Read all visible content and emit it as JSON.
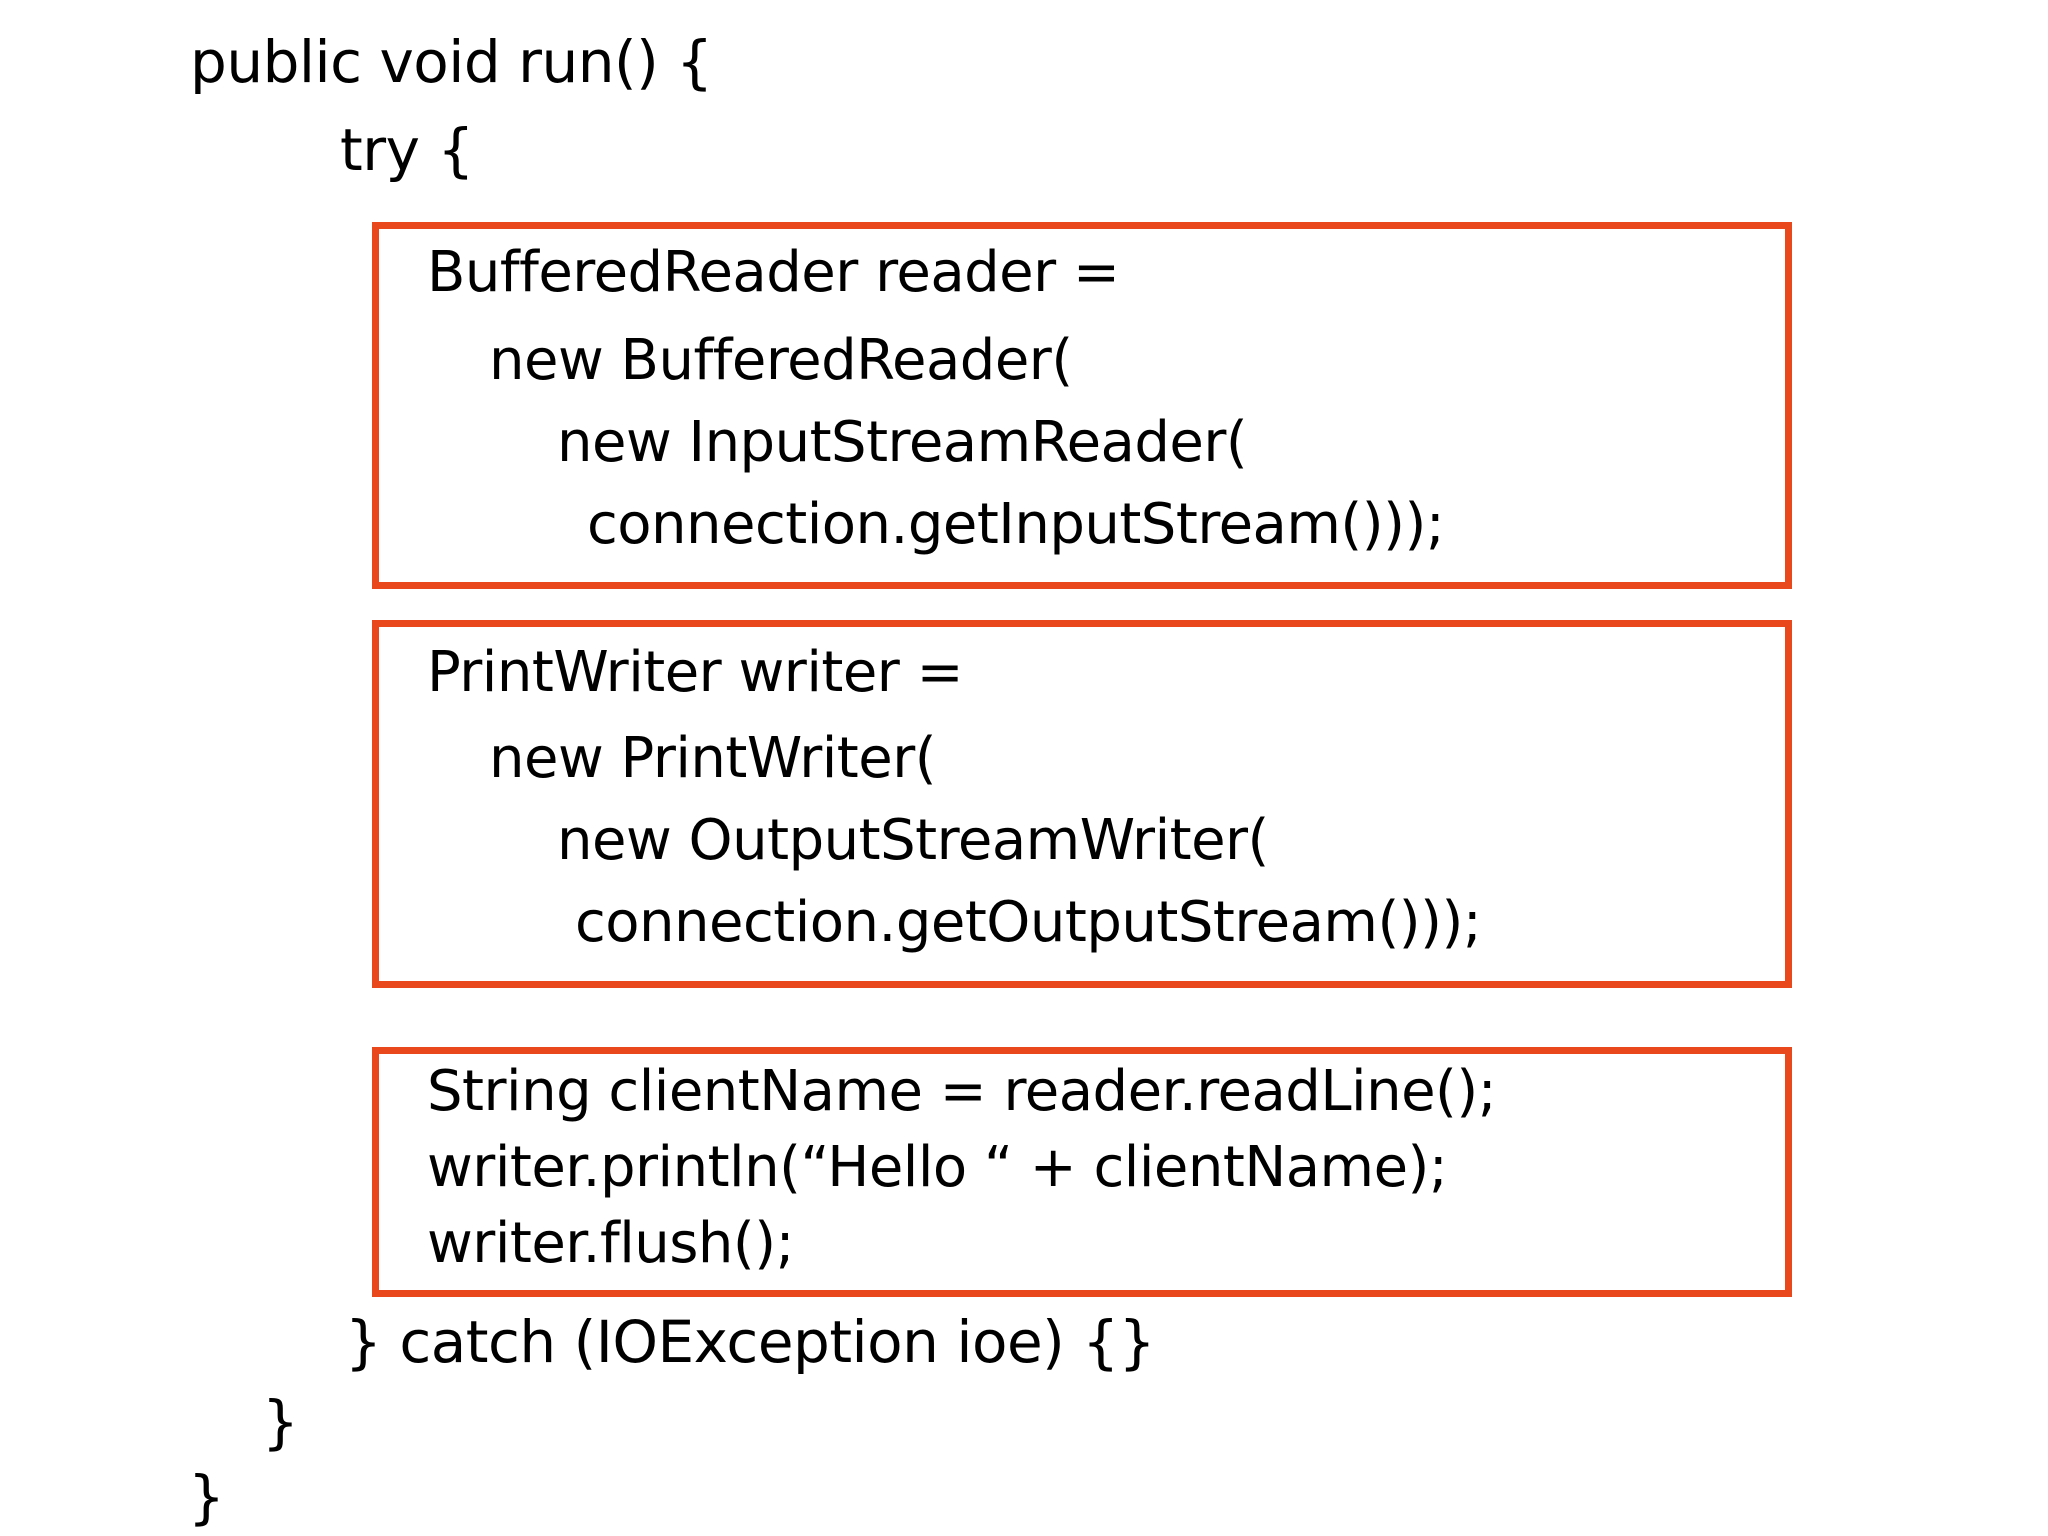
{
  "slide": {
    "kind": "code-listing-slide",
    "language": "java",
    "background_color": "#FFFFFF",
    "text_color": "#000000",
    "highlight_box_color": "#E8481C"
  },
  "code": {
    "outer_lines": [
      {
        "id": "public_run",
        "text": "public void run() {"
      },
      {
        "id": "try_open",
        "text": "try {"
      },
      {
        "id": "catch_clause",
        "text": "} catch (IOException ioe) {}"
      },
      {
        "id": "close_try_method",
        "text": "}"
      },
      {
        "id": "close_class_method",
        "text": "}"
      }
    ],
    "boxes": [
      {
        "id": "reader-block",
        "lines": [
          "BufferedReader reader =",
          "new BufferedReader(",
          "new InputStreamReader(",
          "connection.getInputStream()));"
        ]
      },
      {
        "id": "writer-block",
        "lines": [
          "PrintWriter writer =",
          "new PrintWriter(",
          "new OutputStreamWriter(",
          "connection.getOutputStream()));"
        ]
      },
      {
        "id": "io-block",
        "lines": [
          "String clientName = reader.readLine();",
          "writer.println(“Hello “ + clientName);",
          "writer.flush();"
        ]
      }
    ]
  }
}
